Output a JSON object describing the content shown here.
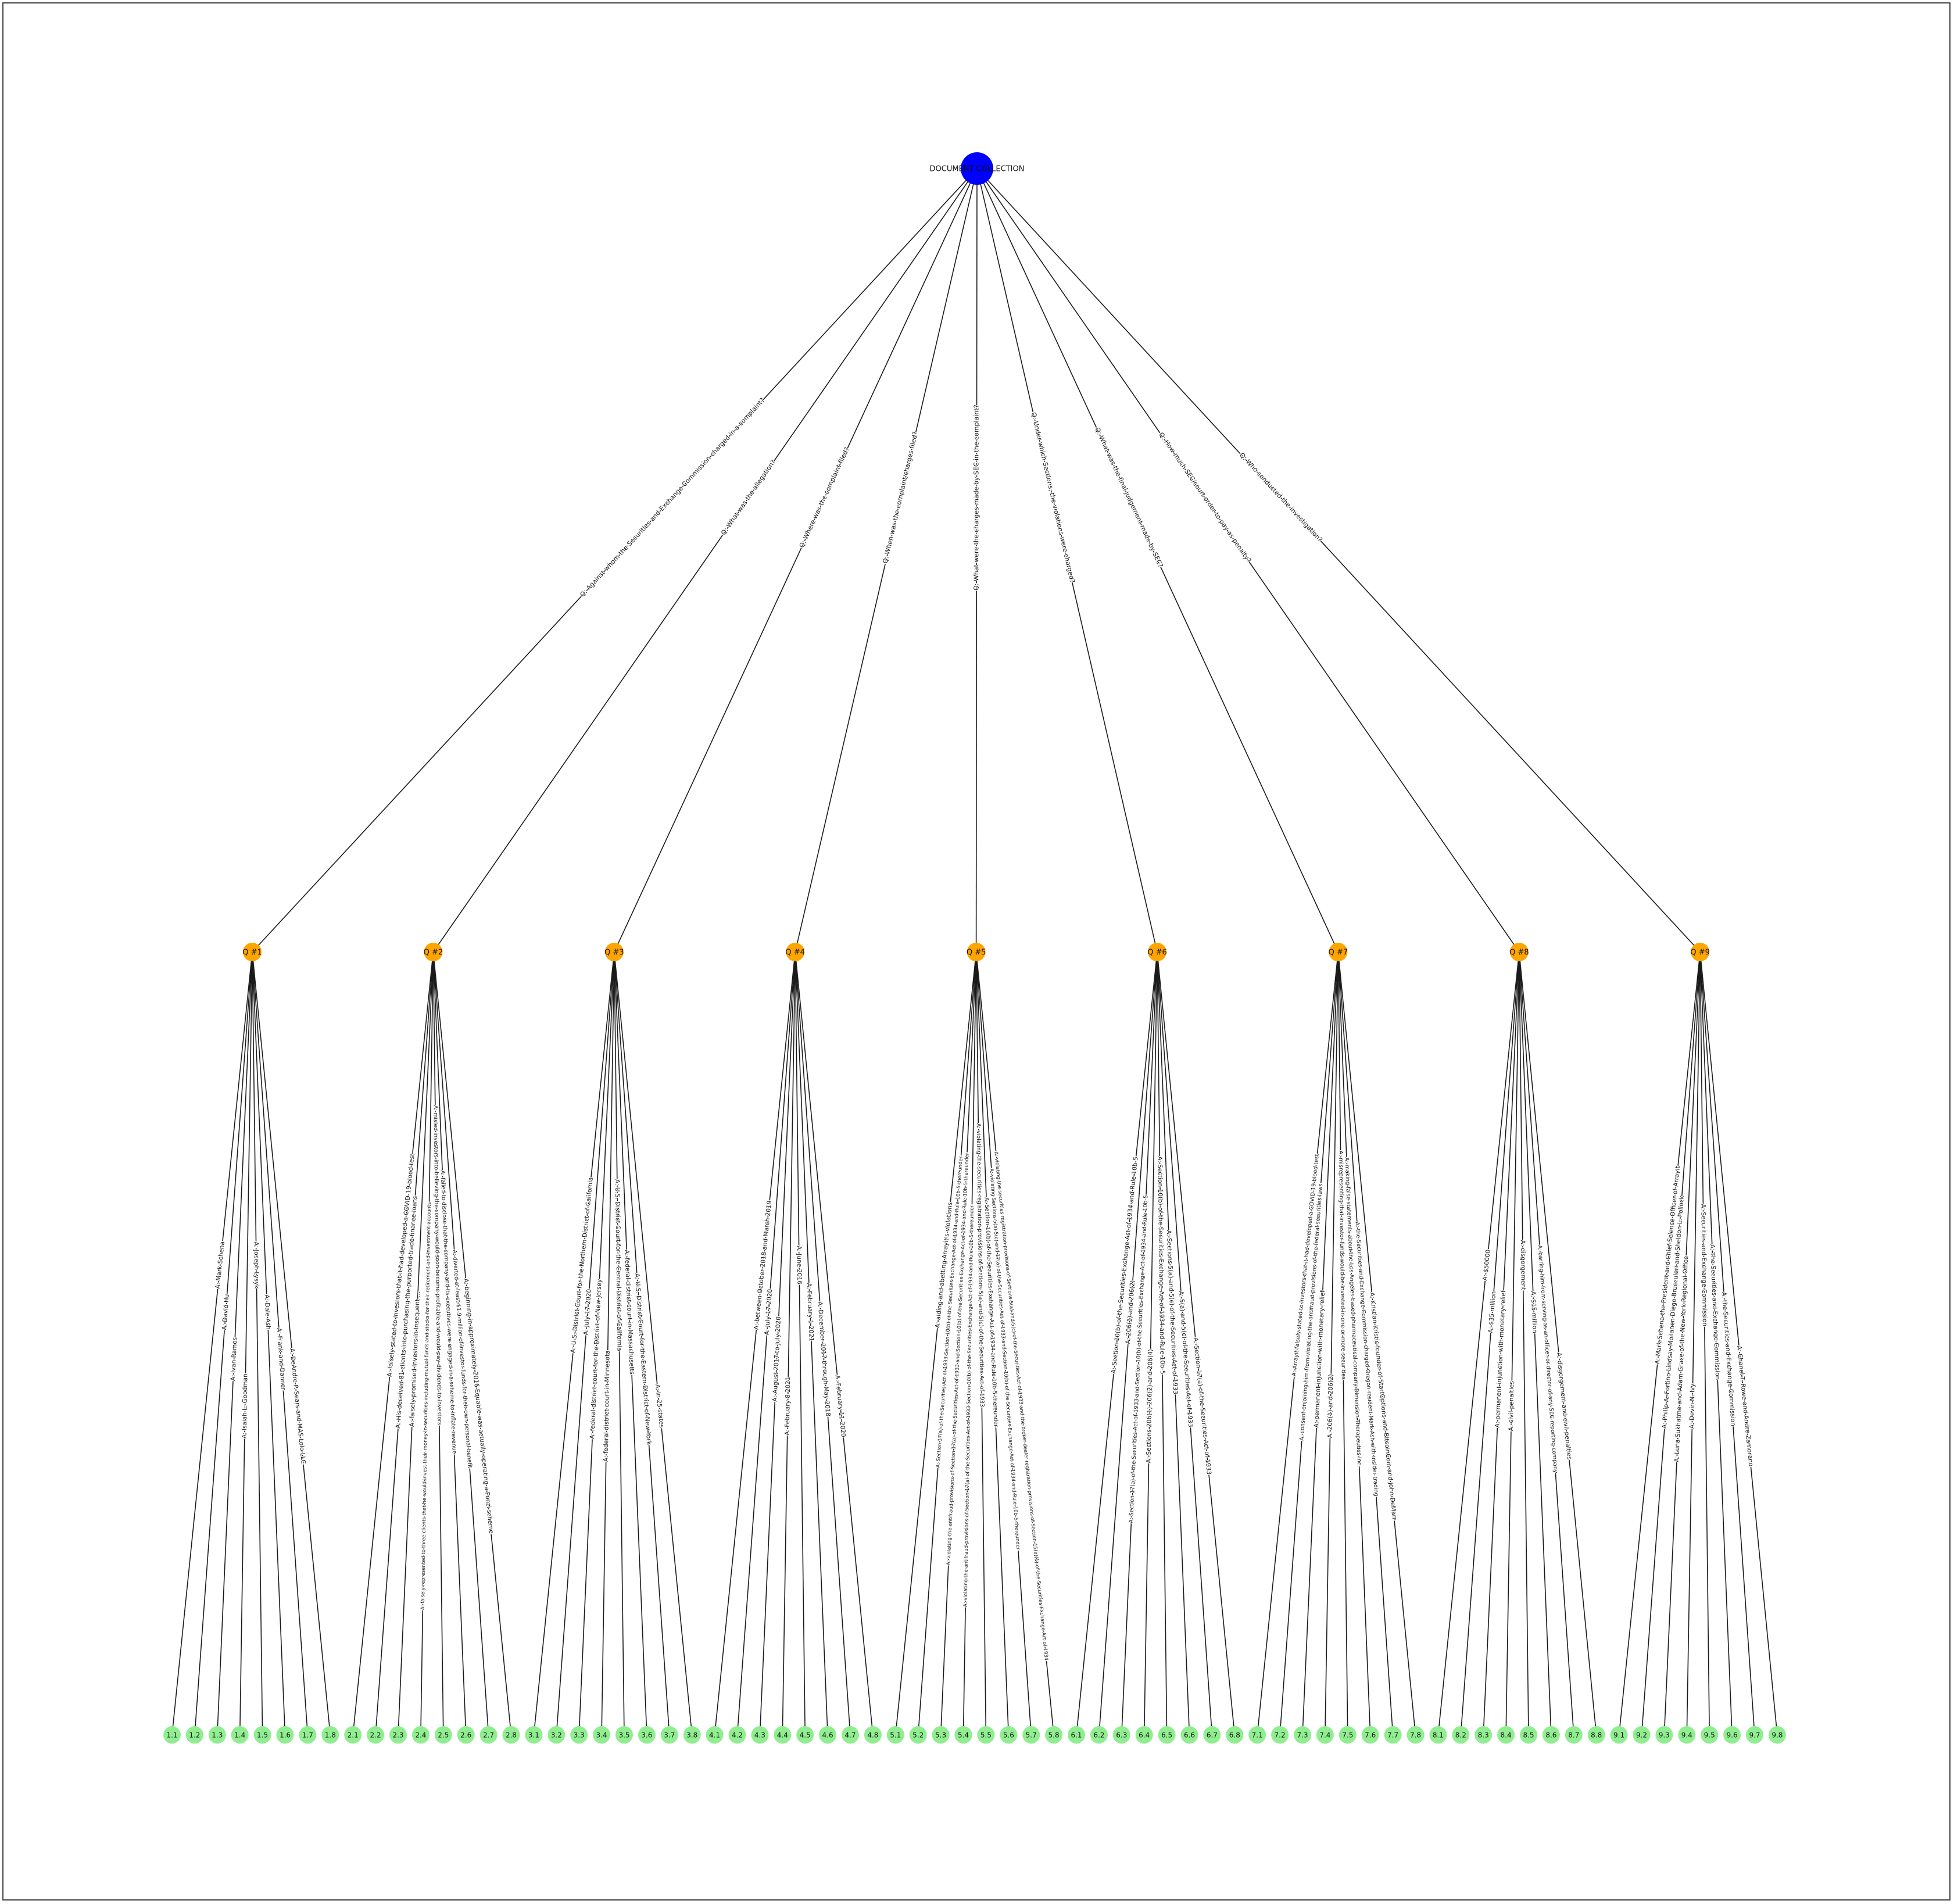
{
  "colors": {
    "root": "#0000ff",
    "question": "#ffa500",
    "answer": "#90ee90",
    "edge": "#1a1a1a"
  },
  "root": {
    "label": "DOCUMENT COLLECTION"
  },
  "questions": [
    {
      "node": "Q #1",
      "text": "Q: Against whom the Securities and Exchange Commission charged in a complaint?",
      "answers": [
        {
          "id": "1.1",
          "text": "A: Mark Schena"
        },
        {
          "id": "1.2",
          "text": "A: David Hu"
        },
        {
          "id": "1.3",
          "text": "A: Ivan Ramos"
        },
        {
          "id": "1.4",
          "text": "A: Isaiah L. Goodman"
        },
        {
          "id": "1.5",
          "text": "A: Joseph Lysyk"
        },
        {
          "id": "1.6",
          "text": "A: Dale Ash"
        },
        {
          "id": "1.7",
          "text": "A: Frank and Danner"
        },
        {
          "id": "1.8",
          "text": "A: DeAndre P. Sears and MAS Lolo LLC"
        }
      ]
    },
    {
      "node": "Q #2",
      "text": "Q: What was the allegation?",
      "answers": [
        {
          "id": "2.1",
          "text": "A: falsely stated to investors that it had developed a COVID-19 blood test"
        },
        {
          "id": "2.2",
          "text": "A: His deceived 81 clients into purchasing the purported trade finance loans"
        },
        {
          "id": "2.3",
          "text": "A: falsely promised investors in Insequent ..."
        },
        {
          "id": "2.4",
          "text": "A: falsely represented to three clients that he would invest their money in securities including mutual funds and stocks for their retirement and investment accounts"
        },
        {
          "id": "2.5",
          "text": "A: misled investors into believing the company would soon become profitable and would pay dividends to investors"
        },
        {
          "id": "2.6",
          "text": "A: failed to disclose that the company and its executives were engaged in a scheme to inflate revenue"
        },
        {
          "id": "2.7",
          "text": "A: diverted at least $1.9 million of investor funds for their own personal benefit"
        },
        {
          "id": "2.8",
          "text": "A: beginning in approximately 2016 Equable was actually operating a Ponzi scheme"
        }
      ]
    },
    {
      "node": "Q #3",
      "text": "Q: Where was the complaint filed?",
      "answers": [
        {
          "id": "3.1",
          "text": "A: U.S. District Court for the Northern District of California"
        },
        {
          "id": "3.2",
          "text": "A: July 17 2020"
        },
        {
          "id": "3.3",
          "text": "A: federal district court for the District of New Jersey"
        },
        {
          "id": "3.4",
          "text": "A: federal district court in Minnesota"
        },
        {
          "id": "3.5",
          "text": "A: U.S. District Court for the Central District of California"
        },
        {
          "id": "3.6",
          "text": "A: federal district court in Massachusetts"
        },
        {
          "id": "3.7",
          "text": "A: U.S. District Court for the Eastern District of New York"
        },
        {
          "id": "3.8",
          "text": "A: in 25 states"
        }
      ]
    },
    {
      "node": "Q #4",
      "text": "Q: When was the complaint/charges filed?",
      "answers": [
        {
          "id": "4.1",
          "text": "A: between October 2018 and March 2019"
        },
        {
          "id": "4.2",
          "text": "A: July 17 2020"
        },
        {
          "id": "4.3",
          "text": "A: August 2017 to July 2020"
        },
        {
          "id": "4.4",
          "text": "A: February 8 2021"
        },
        {
          "id": "4.5",
          "text": "A: June 2016"
        },
        {
          "id": "4.6",
          "text": "A: February 1 2021"
        },
        {
          "id": "4.7",
          "text": "A: December 2017 through May 2018"
        },
        {
          "id": "4.8",
          "text": "A: February 11 2020"
        }
      ]
    },
    {
      "node": "Q #5",
      "text": "Q: What were the charges made by SEC in the complaint?",
      "answers": [
        {
          "id": "5.1",
          "text": "A: aiding and abetting Arrayit's violations"
        },
        {
          "id": "5.2",
          "text": "A: Section 17(a) of the Securities Act of 1933 Section 10(b) of the Securities Exchange Act of 1934 and Rule 10b-5 thereunder"
        },
        {
          "id": "5.3",
          "text": "A: violating the antifraud provisions of Section 17(a) of the Securities Act of 1933 and Section 10(b) of the Securities Exchange Act of 1934 and Rule 10b-5 thereunder"
        },
        {
          "id": "5.4",
          "text": "A: violating the antifraud provisions of Section 17(a) of the Securities Act of 1933 Section 10(b) of the Securities Exchange Act of 1934 and Rule 10b-5 thereunder"
        },
        {
          "id": "5.5",
          "text": "A: violating the securities registration provisions of Sections 5(a) and 5(c) of the Securities Act of 1933"
        },
        {
          "id": "5.6",
          "text": "A: Section 10(b) of the Securities Exchange Act of 1934 and Rule 10b-5 thereunder"
        },
        {
          "id": "5.7",
          "text": "A: violating Sections 5(a) 5(c) and 17(a) of the Securities Act of 1933 and Section 10(b) of the Securities Exchange Act of 1934 and Rule 10b-5 thereunder"
        },
        {
          "id": "5.8",
          "text": "A: violating the securities registration provisions of Sections 5(a) and 5(c) of the Securities Act of 1933 and the broker-dealer registration provisions of Section 15(a)(1) of the Securities Exchange Act of 1934"
        }
      ]
    },
    {
      "node": "Q #6",
      "text": "Q: Under which Sections, the violations were charged?",
      "answers": [
        {
          "id": "6.1",
          "text": "A: Section 10(b) of the Securities Exchange Act of 1934 and Rule 10b-5"
        },
        {
          "id": "6.2",
          "text": "A: 206(1) and 206(2)"
        },
        {
          "id": "6.3",
          "text": "A: Section 17(a) of the Securities Act of 1933 and Section 10(b) of the Securities Exchange Act of 1934 and Rule 10b-5"
        },
        {
          "id": "6.4",
          "text": "A: Sections 206(1) 206(2) and 206(4)"
        },
        {
          "id": "6.5",
          "text": "A: Section 10(b) of the Securities Exchange Act of 1934 and Rule 10b-5"
        },
        {
          "id": "6.6",
          "text": "A: Sections 5(a) and 5(c) of the Securities Act of 1933"
        },
        {
          "id": "6.7",
          "text": "A: 5(a) and 5(c) of the Securities Act of 1933"
        },
        {
          "id": "6.8",
          "text": "A: Section 17(a) of the Securities Act of 1933"
        }
      ]
    },
    {
      "node": "Q #7",
      "text": "Q: What was the final judgement made by SEC?",
      "answers": [
        {
          "id": "7.1",
          "text": "A: Arrayit falsely stated to investors that it had developed a COVID-19 blood test"
        },
        {
          "id": "7.2",
          "text": "A: consent enjoining him from violating the antifraud provisions of the federal securities laws"
        },
        {
          "id": "7.3",
          "text": "A: permanent injunction with monetary relief"
        },
        {
          "id": "7.4",
          "text": "A: 206(1) and 206(2)"
        },
        {
          "id": "7.5",
          "text": "A: misrepresenting that investor funds would be invested in one or more securities"
        },
        {
          "id": "7.6",
          "text": "A: making false statements about the Los Angeles-based pharmaceutical company Dimension Therapeutics Inc."
        },
        {
          "id": "7.7",
          "text": "A: the Securities and Exchange Commission charged Oregon-resident Mark Ash with insider trading"
        },
        {
          "id": "7.8",
          "text": "A: Kristian Kristic founder of StartOptions and BitcoinCoin and John DeMarr"
        }
      ]
    },
    {
      "node": "Q #8",
      "text": "Q: How much SEC/court order to pay as penalty?",
      "answers": [
        {
          "id": "8.1",
          "text": "A: $50000"
        },
        {
          "id": "8.2",
          "text": "A: $35 million"
        },
        {
          "id": "8.3",
          "text": "A: permanent injunction with monetary relief"
        },
        {
          "id": "8.4",
          "text": "A: civil penalties"
        },
        {
          "id": "8.5",
          "text": "A: disgorgement"
        },
        {
          "id": "8.6",
          "text": "A: $15 million"
        },
        {
          "id": "8.7",
          "text": "A: barring him from serving as an officer or director of any SEC-reporting company"
        },
        {
          "id": "8.8",
          "text": "A: disgorgement and civil penalties"
        }
      ]
    },
    {
      "node": "Q #9",
      "text": "Q: Who conducted the investigation?",
      "answers": [
        {
          "id": "9.1",
          "text": "A: Mark Schena the President and Chief Science Officer of Arrayit"
        },
        {
          "id": "9.2",
          "text": "A: Philip A. Fortino Lindsay Moilanen Diego Brucculeri and Sheldon L. Pollock"
        },
        {
          "id": "9.3",
          "text": "A: Luna Sukhatme and Adam Grace of the New York Regional Office"
        },
        {
          "id": "9.4",
          "text": "A: Devin N. Ivy"
        },
        {
          "id": "9.5",
          "text": "A: Securities and Exchange Commission"
        },
        {
          "id": "9.6",
          "text": "A: The Securities and Exchange Commission"
        },
        {
          "id": "9.7",
          "text": "A: the Securities and Exchange Commission"
        },
        {
          "id": "9.8",
          "text": "A: Chanel T. Rowe and Andre Zamorano"
        }
      ]
    }
  ]
}
